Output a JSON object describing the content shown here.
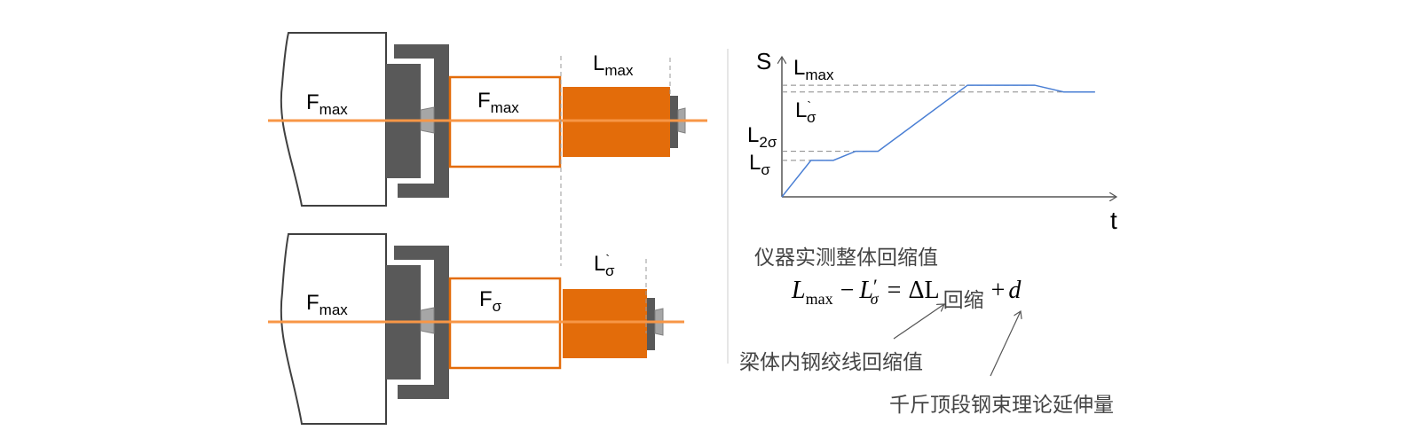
{
  "top_assembly": {
    "beam_label_main": "F",
    "beam_label_sub": "max",
    "box_label_main": "F",
    "box_label_sub": "max",
    "length_label_main": "L",
    "length_label_sub": "max"
  },
  "bottom_assembly": {
    "beam_label_main": "F",
    "beam_label_sub": "max",
    "box_label_main": "F",
    "box_label_sub": "σ",
    "length_label_main": "L",
    "length_label_prime": "`",
    "length_label_sub": "σ"
  },
  "graph": {
    "y_axis_label": "S",
    "x_axis_label": "t",
    "levels": [
      {
        "main": "L",
        "sub": "max",
        "value": 4.9
      },
      {
        "main": "L",
        "prime": "`",
        "sub": "σ",
        "value": 4.6
      },
      {
        "main": "L",
        "sub": "2σ",
        "value": 2.0
      },
      {
        "main": "L",
        "sub": "σ",
        "value": 1.6
      }
    ],
    "curve": [
      [
        0,
        0
      ],
      [
        1.3,
        1.6
      ],
      [
        2.3,
        1.6
      ],
      [
        3.3,
        2.0
      ],
      [
        4.3,
        2.0
      ],
      [
        8.3,
        4.9
      ],
      [
        11.3,
        4.9
      ],
      [
        12.6,
        4.6
      ],
      [
        14,
        4.6
      ]
    ],
    "colors": {
      "curve": "#4a7fd4",
      "dash": "#888888",
      "axis": "#555555"
    }
  },
  "annotations": {
    "measured_label": "仪器实测整体回缩值",
    "formula": {
      "l": "L",
      "max": "max",
      "minus": "−",
      "lp": "L",
      "prime": "′",
      "sigma": "σ",
      "eq": "=",
      "delta": "ΔL",
      "sub": "回缩",
      "plus": "+",
      "d": "d"
    },
    "beam_retraction_label": "梁体内钢绞线回缩值",
    "jack_elongation_label": "千斤顶段钢束理论延伸量"
  },
  "colors": {
    "orange": "#e36c0a",
    "line_orange": "#f79646",
    "dark": "#595959",
    "wedge": "#a6a6a6"
  }
}
